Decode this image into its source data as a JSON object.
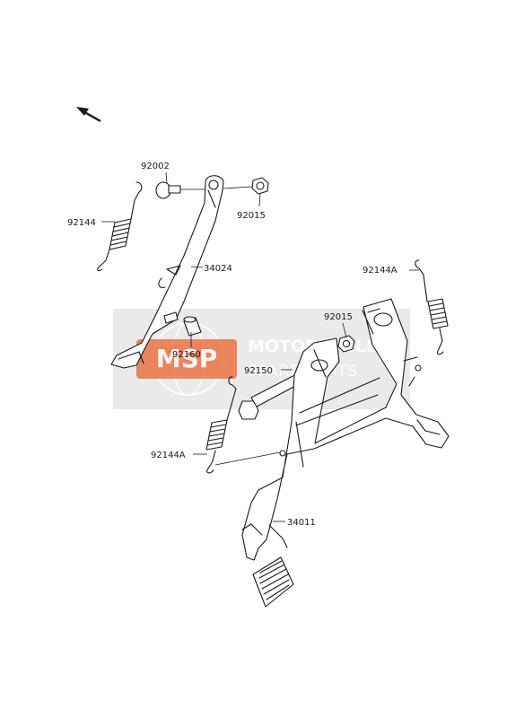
{
  "parts": {
    "p92002": "92002",
    "p92144": "92144",
    "p92015_top": "92015",
    "p34024": "34024",
    "p92144A_right": "92144A",
    "p92015_mid": "92015",
    "p92160": "92160",
    "p92150": "92150",
    "p92144A_left": "92144A",
    "p34011": "34011"
  },
  "watermark": {
    "logo": "MSP",
    "brand_line1": "MOTORCYCLE",
    "brand_line2": "SPARE PARTS",
    "color": "#e8622c"
  }
}
